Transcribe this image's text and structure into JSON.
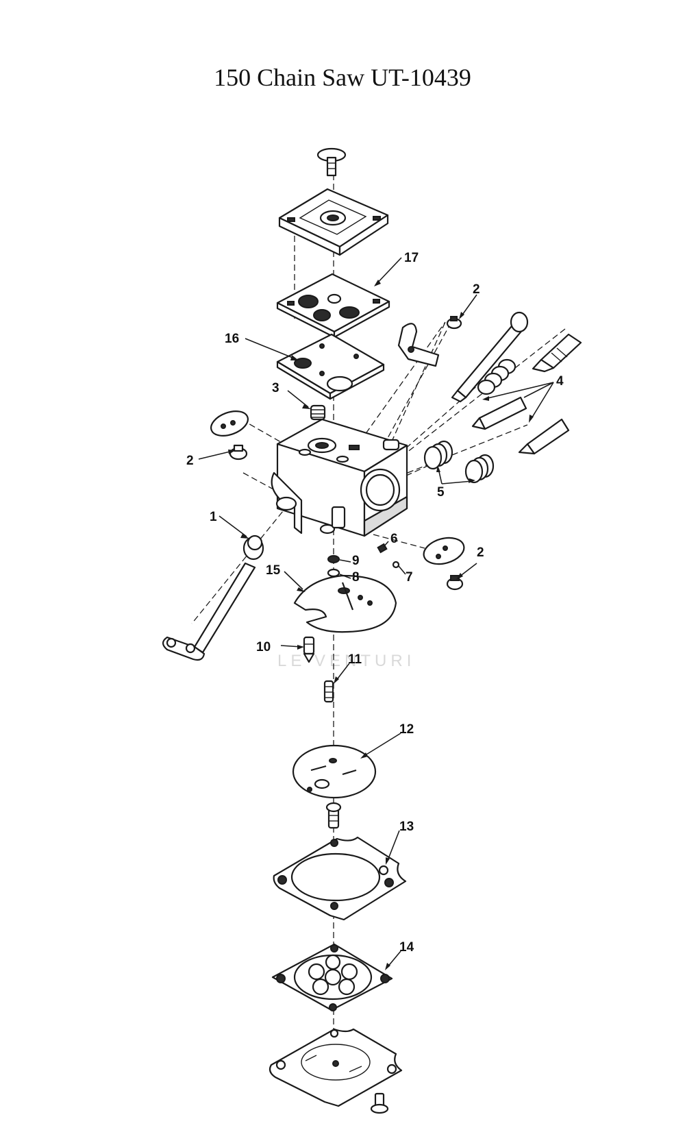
{
  "title": "150 Chain Saw UT-10439",
  "watermark": "LE VENTURI",
  "callouts": {
    "n1": "1",
    "n2a": "2",
    "n2b": "2",
    "n2c": "2",
    "n3": "3",
    "n4": "4",
    "n5": "5",
    "n6": "6",
    "n7": "7",
    "n8": "8",
    "n9": "9",
    "n10": "10",
    "n11": "11",
    "n12": "12",
    "n13": "13",
    "n14": "14",
    "n15": "15",
    "n16": "16",
    "n17": "17"
  }
}
